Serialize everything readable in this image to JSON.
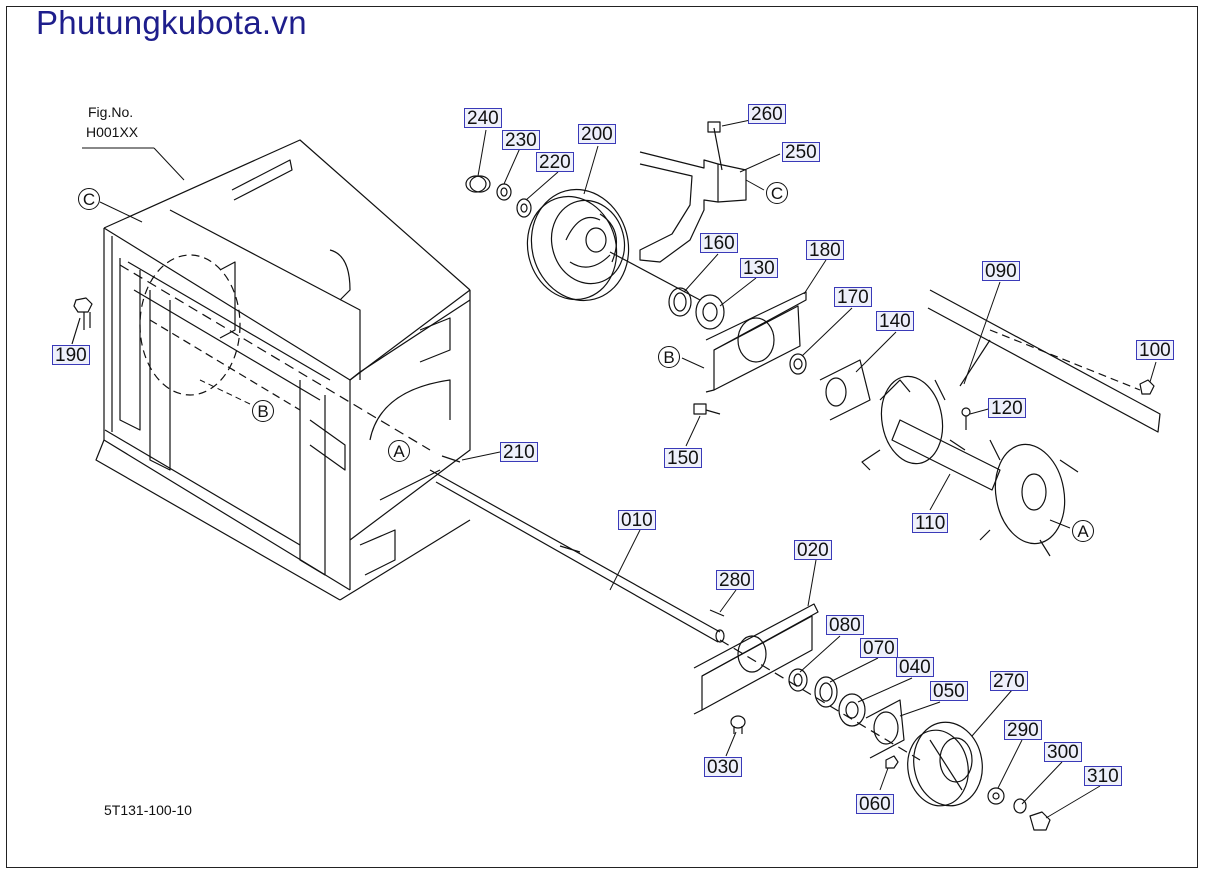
{
  "watermark": "Phutungkubota.vn",
  "figure": {
    "label": "Fig.No.",
    "number": "H001XX"
  },
  "drawing_code": "5T131-100-10",
  "ref_letters": {
    "a": "A",
    "b": "B",
    "c": "C"
  },
  "callouts": {
    "p010": "010",
    "p020": "020",
    "p030": "030",
    "p040": "040",
    "p050": "050",
    "p060": "060",
    "p070": "070",
    "p080": "080",
    "p090": "090",
    "p100": "100",
    "p110": "110",
    "p120": "120",
    "p130": "130",
    "p140": "140",
    "p150": "150",
    "p160": "160",
    "p170": "170",
    "p180": "180",
    "p190": "190",
    "p200": "200",
    "p210": "210",
    "p220": "220",
    "p230": "230",
    "p240": "240",
    "p250": "250",
    "p260": "260",
    "p270": "270",
    "p280": "280",
    "p290": "290",
    "p300": "300",
    "p310": "310"
  }
}
